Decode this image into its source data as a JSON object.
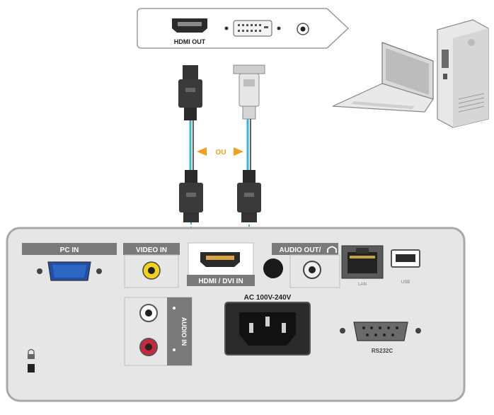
{
  "source_card": {
    "hdmi_out_label": "HDMI OUT"
  },
  "connection": {
    "or_label": "OU"
  },
  "panel": {
    "pc_in_label": "PC IN",
    "video_in_label": "VIDEO IN",
    "hdmi_dvi_in_label": "HDMI / DVI IN",
    "audio_out_label": "AUDIO OUT/",
    "audio_in_label": "AUDIO IN",
    "ac_label": "AC 100V-240V",
    "lan_label": "LAN",
    "usb_label": "USB",
    "rs232c_label": "RS232C"
  },
  "colors": {
    "cable_blue": "#33b5d8",
    "panel_fill": "#e6e6e6",
    "label_bar": "#7a7a7a",
    "jack_yellow": "#f2d21b",
    "jack_red": "#c8283c",
    "arrow_orange": "#f0a020"
  }
}
